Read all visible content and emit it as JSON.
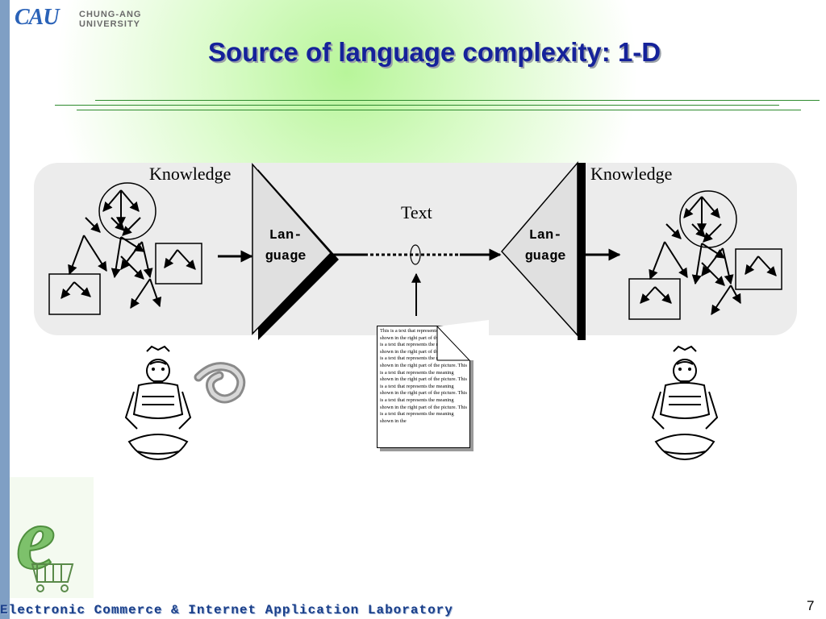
{
  "logo": {
    "mark": "CAU",
    "line1": "CHUNG-ANG",
    "line2": "UNIVERSITY"
  },
  "slide": {
    "title": "Source of language complexity: 1-D",
    "page_number": "7"
  },
  "diagram": {
    "left_knowledge": "Knowledge",
    "right_knowledge": "Knowledge",
    "text_label": "Text",
    "left_lang_line1": "Lan-",
    "left_lang_line2": "guage",
    "right_lang_line1": "Lan-",
    "right_lang_line2": "guage",
    "document_text": "This is a text that represents the meaning shown in the right part of the picture. This is a text that represents the meaning shown in the right part of the picture. This is a text that represents the meaning shown in the right part of the picture. This is a text that represents the meaning shown in the right part of the picture. This is a text that represents the meaning shown in the right part of the picture. This is a text that represents the meaning shown in the right part of the picture. This is a text that represents the meaning shown in the"
  },
  "footer": {
    "lab_name": "Electronic Commerce & Internet Application Laboratory"
  },
  "colors": {
    "title": "#15229a",
    "rule": "#2e8b2e",
    "panel": "#ececec",
    "left_bar": "#7f9fc4",
    "footer": "#1a3f8a"
  }
}
